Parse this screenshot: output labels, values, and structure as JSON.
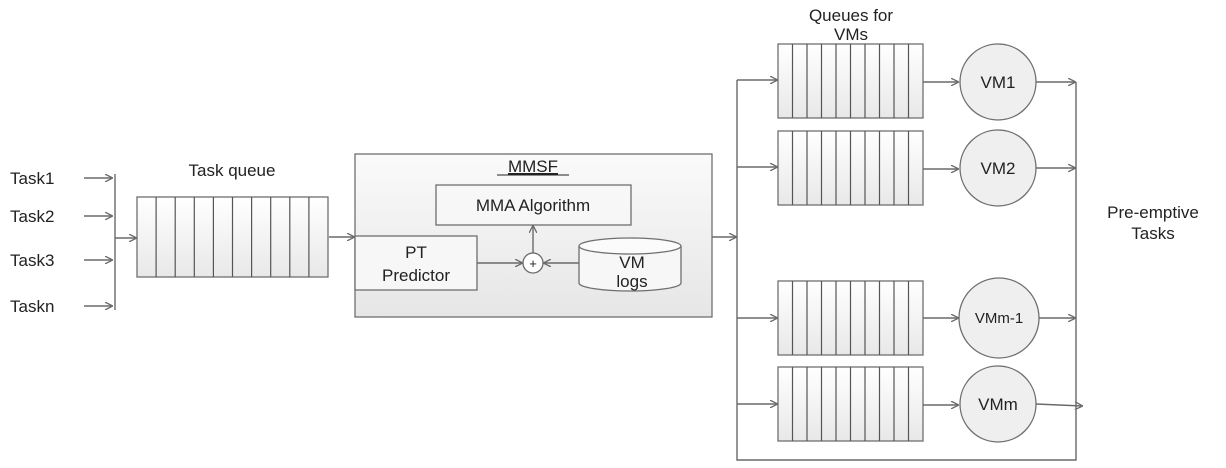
{
  "inputs": {
    "task1": "Task1",
    "task2": "Task2",
    "task3": "Task3",
    "taskn": "Taskn"
  },
  "task_queue": {
    "title": "Task queue"
  },
  "mmsf": {
    "title": "MMSF",
    "algorithm_label": "MMA Algorithm",
    "predictor_line1": "PT",
    "predictor_line2": "Predictor",
    "adder_symbol": "+",
    "logs_line1": "VM",
    "logs_line2": "logs"
  },
  "vm_queues": {
    "title_line1": "Queues for",
    "title_line2": "VMs"
  },
  "vms": {
    "vm1": "VM1",
    "vm2": "VM2",
    "vm_m_minus_1": "VMm-1",
    "vm_m": "VMm"
  },
  "output": {
    "line1": "Pre-emptive",
    "line2": "Tasks"
  },
  "colors": {
    "line": "#6a6a6a",
    "box_fill": "#f2f2f2",
    "circle_fill": "#efefef",
    "text": "#222222"
  }
}
